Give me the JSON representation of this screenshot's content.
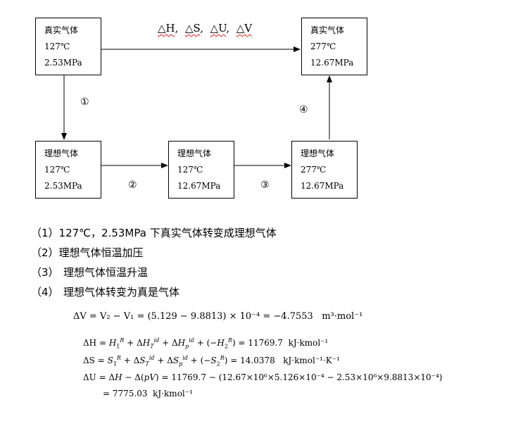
{
  "boxes": {
    "real_start": {
      "name": "真实气体",
      "temp": "127℃",
      "pressure": "2.53MPa"
    },
    "real_end": {
      "name": "真实气体",
      "temp": "277℃",
      "pressure": "12.67MPa"
    },
    "ideal_1": {
      "name": "理想气体",
      "temp": "127℃",
      "pressure": "2.53MPa"
    },
    "ideal_2": {
      "name": "理想气体",
      "temp": "127℃",
      "pressure": "12.67MPa"
    },
    "ideal_3": {
      "name": "理想气体",
      "temp": "277℃",
      "pressure": "12.67MPa"
    }
  },
  "arrow_labels": {
    "top": [
      "△H",
      "△S",
      "△U",
      "△V"
    ],
    "sep": ",",
    "step1": "①",
    "step2": "②",
    "step3": "③",
    "step4": "④"
  },
  "steps": [
    {
      "num": "（1）",
      "text": "127℃，2.53MPa 下真实气体转变成理想气体"
    },
    {
      "num": "（2）",
      "text": "理想气体恒温加压"
    },
    {
      "num": "（3）",
      "text": "理想气体恒温升温"
    },
    {
      "num": "（4）",
      "text": "理想气体转变为真是气体"
    }
  ],
  "equations": {
    "dv": {
      "lhs": "ΔV",
      "mid": "V₂ − V₁",
      "value": "(5.129 − 9.8813) × 10⁻⁴ = −4.7553",
      "unit": "m³·mol⁻¹"
    },
    "dh": {
      "result": "11769.7",
      "unit": "kJ·kmol⁻¹"
    },
    "ds": {
      "result": "14.0378",
      "unit": "kJ·kmol⁻¹·K⁻¹"
    },
    "du": {
      "expr": "(12.67×10⁶×5.126×10⁻⁴ − 2.53×10⁶×9.8813×10⁻⁴)",
      "h": "11769.7",
      "result": "7775.03",
      "unit": "kJ·kmol⁻¹"
    }
  }
}
